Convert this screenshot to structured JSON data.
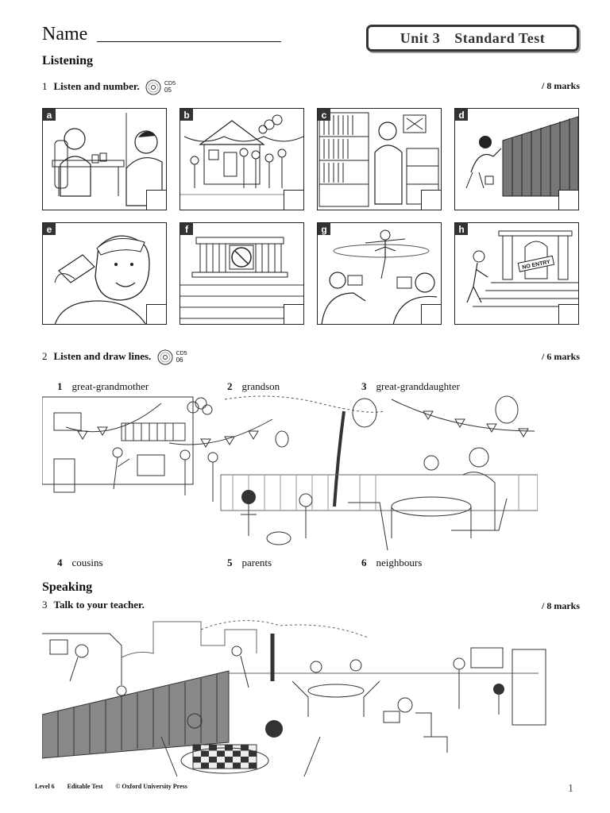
{
  "header": {
    "name_label": "Name",
    "unit": "Unit 3",
    "title": "Standard Test"
  },
  "listening": {
    "heading": "Listening",
    "q1": {
      "number": "1",
      "instruction": "Listen and number.",
      "cd": "CD5",
      "track": "05",
      "marks": "/ 8 marks",
      "pictures": [
        "a",
        "b",
        "c",
        "d",
        "e",
        "f",
        "g",
        "h"
      ]
    },
    "q2": {
      "number": "2",
      "instruction": "Listen and draw lines.",
      "cd": "CD5",
      "track": "06",
      "marks": "/ 6 marks",
      "top_labels": [
        {
          "n": "1",
          "text": "great-grandmother"
        },
        {
          "n": "2",
          "text": "grandson"
        },
        {
          "n": "3",
          "text": "great-granddaughter"
        }
      ],
      "bottom_labels": [
        {
          "n": "4",
          "text": "cousins"
        },
        {
          "n": "5",
          "text": "parents"
        },
        {
          "n": "6",
          "text": "neighbours"
        }
      ],
      "sign_text": ""
    }
  },
  "speaking": {
    "heading": "Speaking",
    "q3": {
      "number": "3",
      "instruction": "Talk to your teacher.",
      "marks": "/ 8 marks"
    }
  },
  "picture_h_sign": "NO ENTRY",
  "footer": {
    "level": "Level 6",
    "editable": "Editable Test",
    "copyright": "© Oxford University Press",
    "page": "1"
  }
}
